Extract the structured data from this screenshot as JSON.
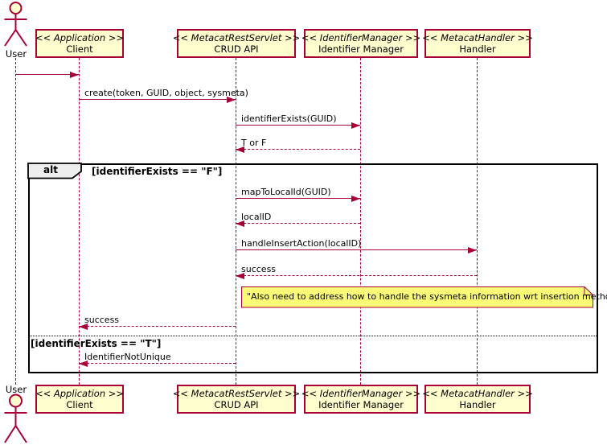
{
  "diagram": {
    "type": "uml-sequence",
    "participants": [
      {
        "name": "User",
        "kind": "actor"
      },
      {
        "stereotype": "<< Application >>",
        "name": "Client",
        "kind": "participant"
      },
      {
        "stereotype": "<< MetacatRestServlet >>",
        "name": "CRUD API",
        "kind": "participant"
      },
      {
        "stereotype": "<< IdentifierManager >>",
        "name": "Identifier Manager",
        "kind": "participant"
      },
      {
        "stereotype": "<< MetacatHandler >>",
        "name": "Handler",
        "kind": "participant"
      }
    ],
    "messages": [
      {
        "from": "User",
        "to": "Client",
        "label": "",
        "type": "call"
      },
      {
        "from": "Client",
        "to": "CRUD API",
        "label": "create(token, GUID, object, sysmeta)",
        "type": "call"
      },
      {
        "from": "CRUD API",
        "to": "Identifier Manager",
        "label": "identifierExists(GUID)",
        "type": "call"
      },
      {
        "from": "Identifier Manager",
        "to": "CRUD API",
        "label": "T or F",
        "type": "return"
      },
      {
        "from": "CRUD API",
        "to": "Identifier Manager",
        "label": "mapToLocalId(GUID)",
        "type": "call"
      },
      {
        "from": "Identifier Manager",
        "to": "CRUD API",
        "label": "localID",
        "type": "return"
      },
      {
        "from": "CRUD API",
        "to": "Handler",
        "label": "handleInsertAction(localID)",
        "type": "call"
      },
      {
        "from": "Handler",
        "to": "CRUD API",
        "label": "success",
        "type": "return"
      },
      {
        "from": "CRUD API",
        "to": "Client",
        "label": "success",
        "type": "return"
      },
      {
        "from": "CRUD API",
        "to": "Client",
        "label": "IdentifierNotUnique",
        "type": "return"
      }
    ],
    "alt_frame": {
      "operator": "alt",
      "condition_f": "[identifierExists == \"F\"]",
      "condition_t": "[identifierExists == \"T\"]"
    },
    "note": {
      "text": "\"Also need to address how to handle the sysmeta information wrt insertion methods\""
    },
    "colors": {
      "accent": "#A80036",
      "participant_fill": "#FEFECE",
      "note_fill": "#FBFB77",
      "frame_label_fill": "#EEEEEE",
      "frame_border": "#000000"
    }
  }
}
